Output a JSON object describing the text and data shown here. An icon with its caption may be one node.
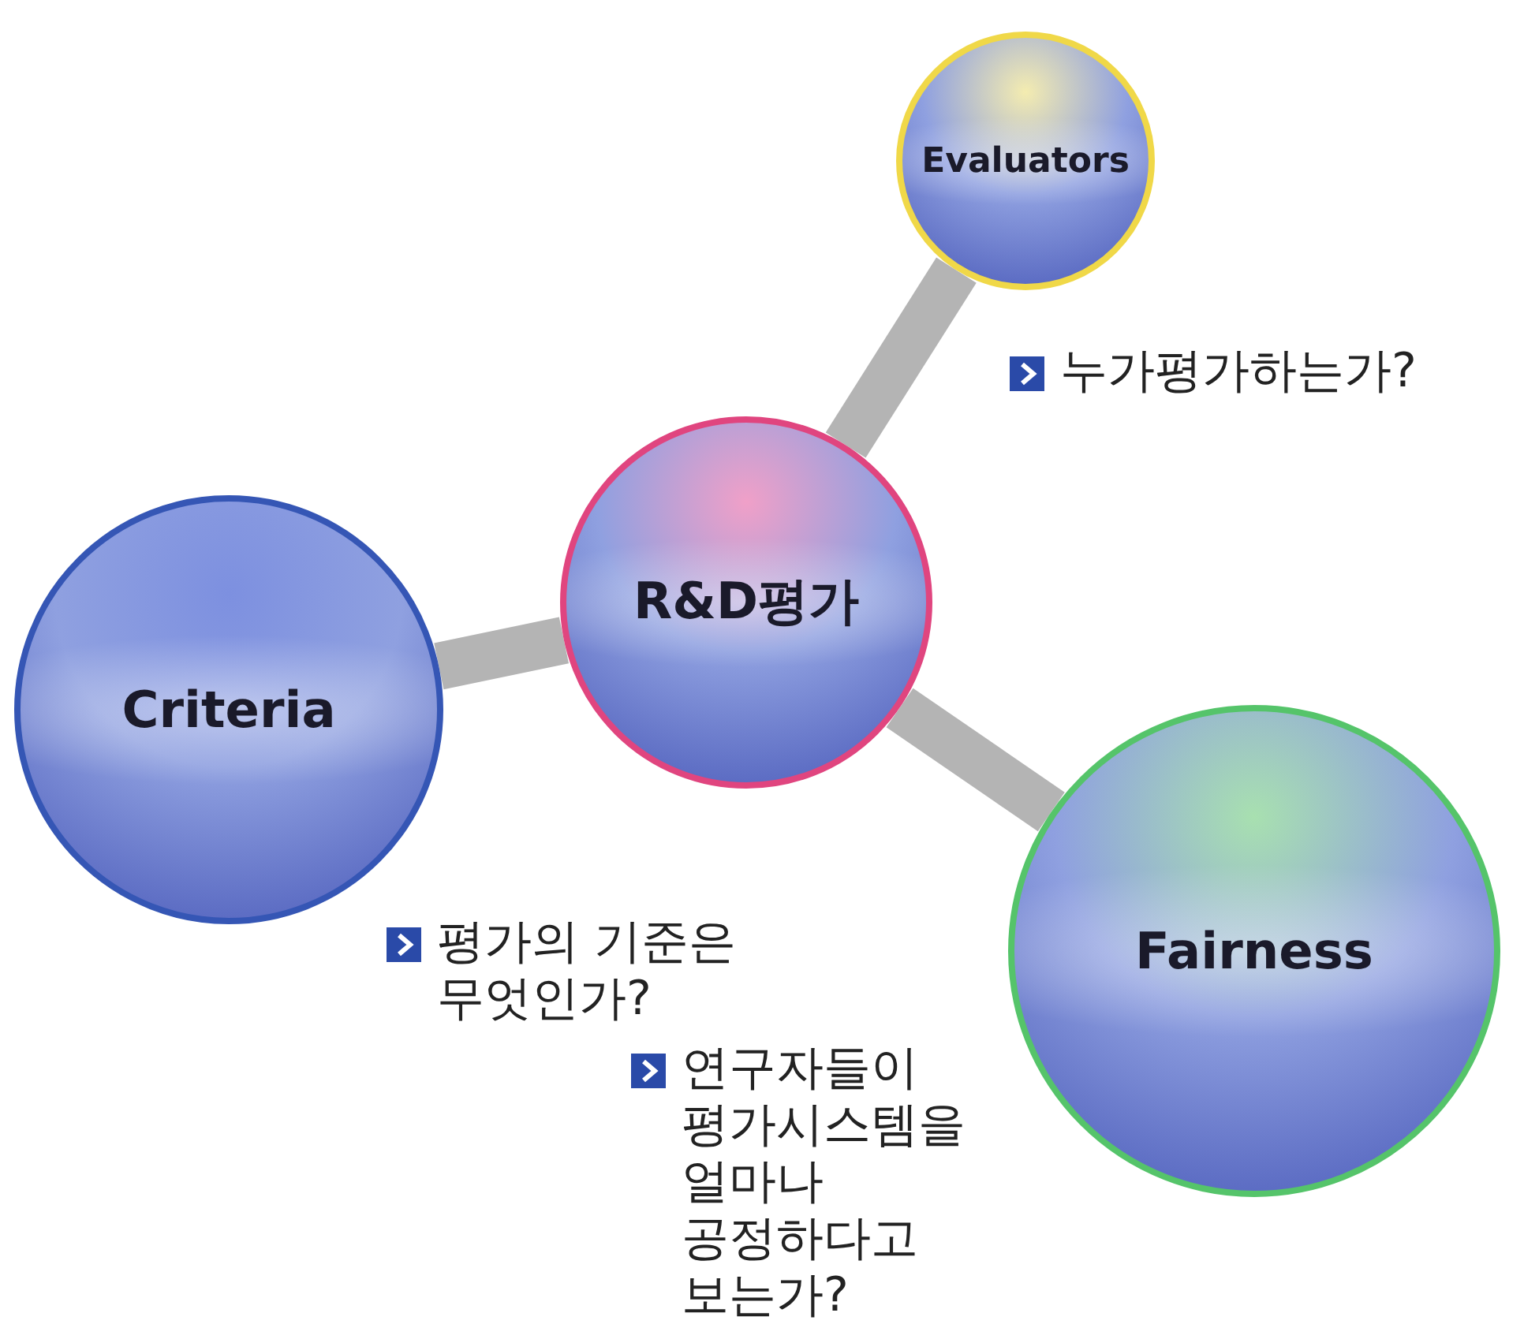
{
  "diagram": {
    "nodes": [
      {
        "text": [
          "R&D평가"
        ]
      },
      {
        "text": [
          "Evaluators"
        ],
        "beside": [
          "누가평가하는가?"
        ]
      },
      {
        "text": [
          "Criteria"
        ],
        "beside": [
          "평가의 기준은 무엇인가?"
        ]
      },
      {
        "text": [
          "Fairness"
        ],
        "beside": [
          "연구자들이 평가시스템을 얼마나 공정하다고 보는가?"
        ]
      }
    ],
    "edges": [
      {
        "from": 0,
        "to": 1,
        "arrow": "none"
      },
      {
        "from": 0,
        "to": 2,
        "arrow": "none"
      },
      {
        "from": 0,
        "to": 3,
        "arrow": "none"
      }
    ]
  }
}
